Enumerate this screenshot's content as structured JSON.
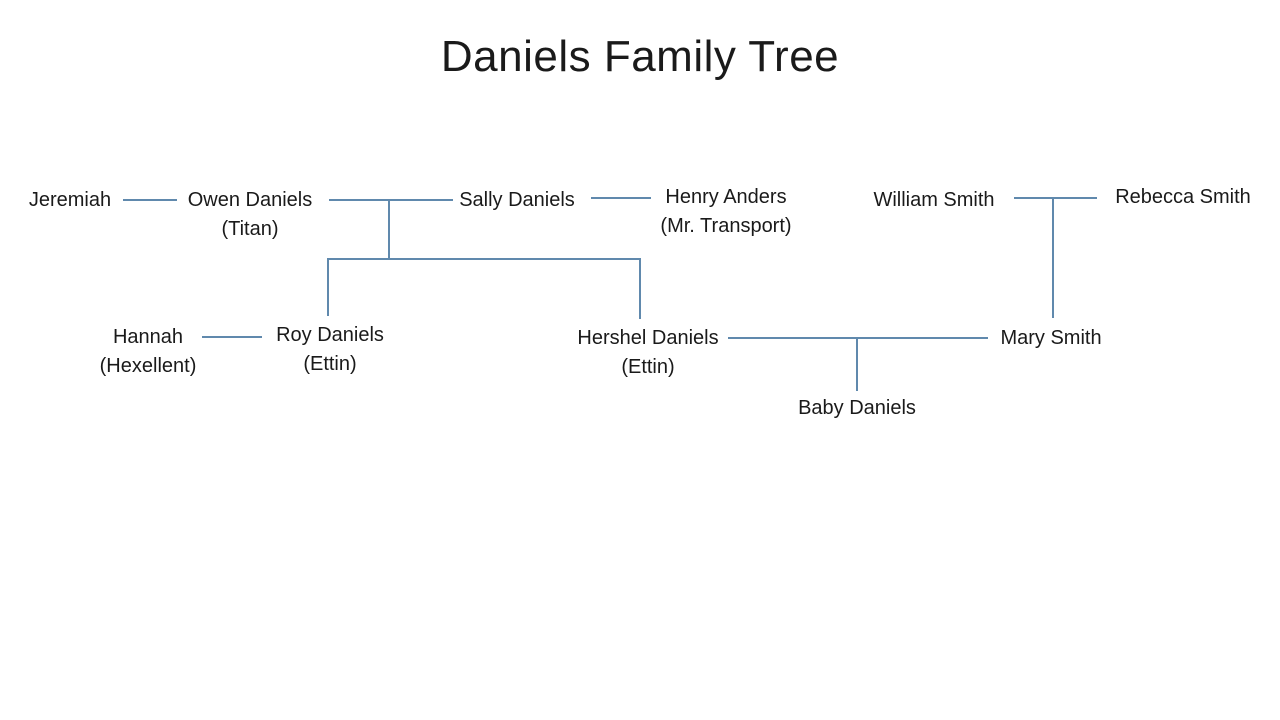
{
  "title": "Daniels Family Tree",
  "colors": {
    "line": "#6089ad",
    "text": "#1a1a1a",
    "background": "#ffffff"
  },
  "people": {
    "jeremiah": {
      "name": "Jeremiah"
    },
    "owen": {
      "name": "Owen Daniels",
      "note": "(Titan)"
    },
    "sally": {
      "name": "Sally Daniels"
    },
    "henry": {
      "name": "Henry Anders",
      "note": "(Mr. Transport)"
    },
    "william": {
      "name": "William Smith"
    },
    "rebecca": {
      "name": "Rebecca Smith"
    },
    "hannah": {
      "name": "Hannah",
      "note": "(Hexellent)"
    },
    "roy": {
      "name": "Roy Daniels",
      "note": "(Ettin)"
    },
    "hershel": {
      "name": "Hershel Daniels",
      "note": "(Ettin)"
    },
    "mary": {
      "name": "Mary Smith"
    },
    "baby": {
      "name": "Baby Daniels"
    }
  },
  "relationships": {
    "marriages": [
      {
        "a": "Jeremiah",
        "b": "Owen Daniels"
      },
      {
        "a": "Owen Daniels",
        "b": "Sally Daniels"
      },
      {
        "a": "Sally Daniels",
        "b": "Henry Anders"
      },
      {
        "a": "William Smith",
        "b": "Rebecca Smith"
      },
      {
        "a": "Hannah",
        "b": "Roy Daniels"
      },
      {
        "a": "Hershel Daniels",
        "b": "Mary Smith"
      }
    ],
    "children": [
      {
        "parents": [
          "Owen Daniels",
          "Sally Daniels"
        ],
        "children": [
          "Roy Daniels",
          "Hershel Daniels"
        ]
      },
      {
        "parents": [
          "William Smith",
          "Rebecca Smith"
        ],
        "children": [
          "Mary Smith"
        ]
      },
      {
        "parents": [
          "Hershel Daniels",
          "Mary Smith"
        ],
        "children": [
          "Baby Daniels"
        ]
      }
    ]
  }
}
